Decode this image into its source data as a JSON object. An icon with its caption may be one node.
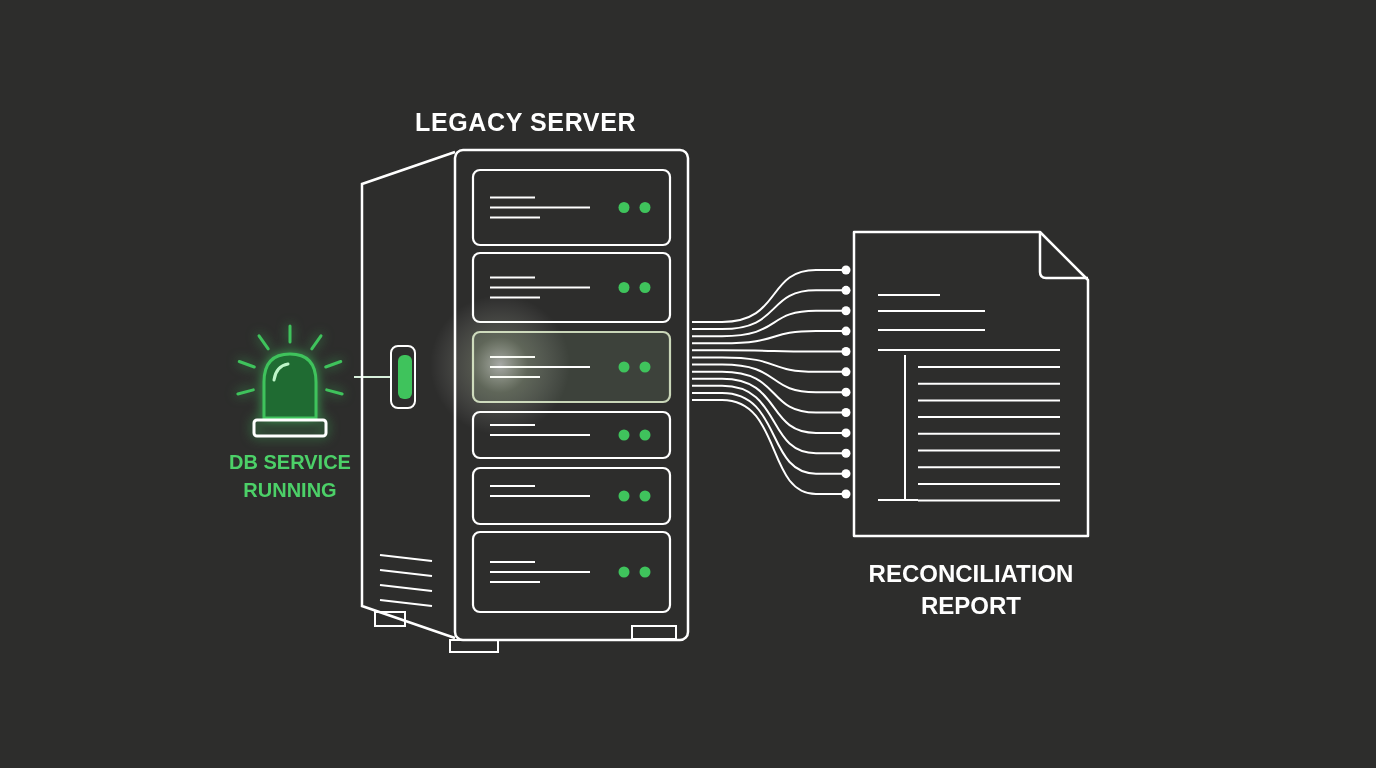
{
  "diagram": {
    "nodes": [
      {
        "text": [
          "LEGACY SERVER"
        ]
      },
      {
        "text": [
          "DB SERVICE RUNNING"
        ]
      },
      {
        "text": [
          "RECONCILIATION REPORT"
        ]
      },
      {
        "text": [],
        "shape": "box"
      }
    ],
    "edges": [
      {
        "from": 1,
        "to": 3,
        "arrow": "none"
      },
      {
        "from": 0,
        "to": 2,
        "arrow": "other"
      },
      {
        "from": 0,
        "to": 2,
        "arrow": "other"
      },
      {
        "from": 0,
        "to": 2,
        "arrow": "other"
      },
      {
        "from": 0,
        "to": 2,
        "arrow": "other"
      },
      {
        "from": 0,
        "to": 2,
        "arrow": "other"
      },
      {
        "from": 0,
        "to": 2,
        "arrow": "other"
      },
      {
        "from": 0,
        "to": 2,
        "arrow": "other"
      },
      {
        "from": 0,
        "to": 2,
        "arrow": "other"
      },
      {
        "from": 0,
        "to": 2,
        "arrow": "other"
      },
      {
        "from": 0,
        "to": 2,
        "arrow": "other"
      },
      {
        "from": 0,
        "to": 2,
        "arrow": "other"
      },
      {
        "from": 0,
        "to": 2,
        "arrow": "other"
      }
    ]
  }
}
